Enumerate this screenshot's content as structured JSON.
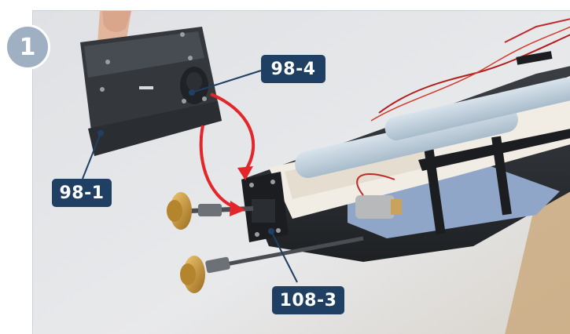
{
  "step": {
    "number": "1"
  },
  "callouts": [
    {
      "label": "98-4"
    },
    {
      "label": "98-1"
    },
    {
      "label": "108-3"
    }
  ],
  "colors": {
    "callout_bg": "#1f3f63",
    "badge_bg": "#9fb0c3",
    "arrow": "#e3262b",
    "leader": "#1f3f63"
  }
}
